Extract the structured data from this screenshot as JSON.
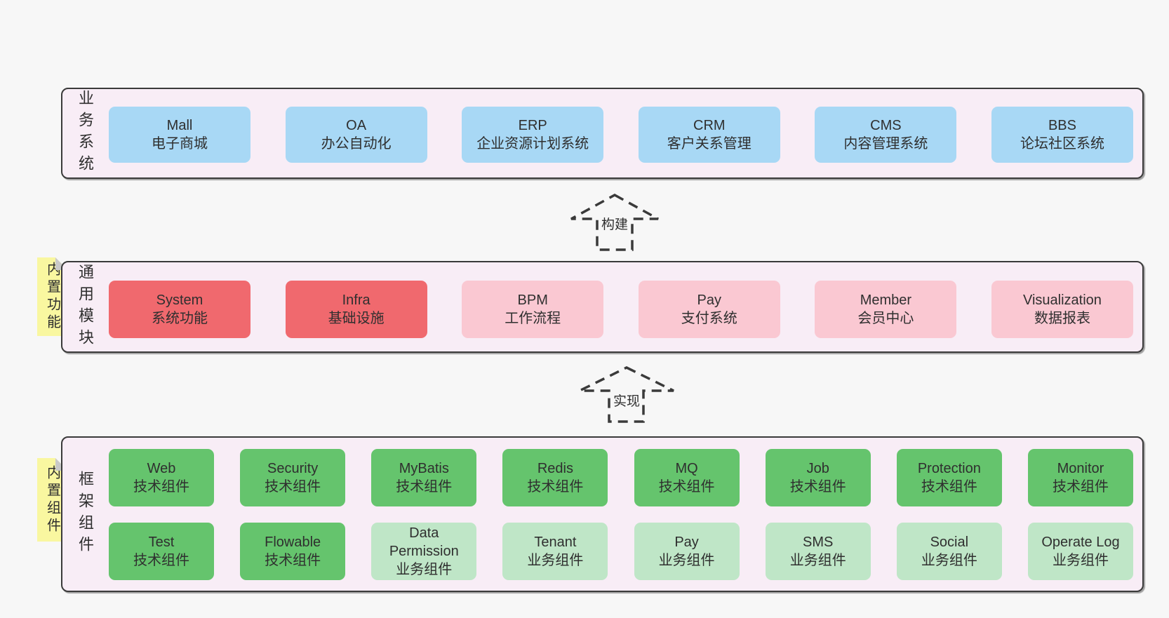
{
  "colors": {
    "page": "#f7f7f7",
    "band": "#f8edf6",
    "blue": "#a8d8f5",
    "red": "#f0696e",
    "pink": "#fac8d2",
    "green": "#65c46d",
    "lightgreen": "#bfe6c7",
    "sticky": "#f9f7a0",
    "fold": "#c9c9c9",
    "border": "#3a3a3a"
  },
  "arrows": {
    "build": "构建",
    "implement": "实现"
  },
  "stickies": {
    "modules": "内置功能",
    "framework": "内置组件"
  },
  "bands": {
    "business": {
      "label": "业务系统",
      "boxes": [
        {
          "title": "Mall",
          "subtitle": "电子商城",
          "color": "blue"
        },
        {
          "title": "OA",
          "subtitle": "办公自动化",
          "color": "blue"
        },
        {
          "title": "ERP",
          "subtitle": "企业资源计划系统",
          "color": "blue"
        },
        {
          "title": "CRM",
          "subtitle": "客户关系管理",
          "color": "blue"
        },
        {
          "title": "CMS",
          "subtitle": "内容管理系统",
          "color": "blue"
        },
        {
          "title": "BBS",
          "subtitle": "论坛社区系统",
          "color": "blue"
        }
      ]
    },
    "modules": {
      "label": "通用模块",
      "boxes": [
        {
          "title": "System",
          "subtitle": "系统功能",
          "color": "red"
        },
        {
          "title": "Infra",
          "subtitle": "基础设施",
          "color": "red"
        },
        {
          "title": "BPM",
          "subtitle": "工作流程",
          "color": "pink"
        },
        {
          "title": "Pay",
          "subtitle": "支付系统",
          "color": "pink"
        },
        {
          "title": "Member",
          "subtitle": "会员中心",
          "color": "pink"
        },
        {
          "title": "Visualization",
          "subtitle": "数据报表",
          "color": "pink"
        }
      ]
    },
    "framework": {
      "label": "框架组件",
      "rows": [
        [
          {
            "title": "Web",
            "subtitle": "技术组件",
            "color": "green"
          },
          {
            "title": "Security",
            "subtitle": "技术组件",
            "color": "green"
          },
          {
            "title": "MyBatis",
            "subtitle": "技术组件",
            "color": "green"
          },
          {
            "title": "Redis",
            "subtitle": "技术组件",
            "color": "green"
          },
          {
            "title": "MQ",
            "subtitle": "技术组件",
            "color": "green"
          },
          {
            "title": "Job",
            "subtitle": "技术组件",
            "color": "green"
          },
          {
            "title": "Protection",
            "subtitle": "技术组件",
            "color": "green"
          },
          {
            "title": "Monitor",
            "subtitle": "技术组件",
            "color": "green"
          }
        ],
        [
          {
            "title": "Test",
            "subtitle": "技术组件",
            "color": "green"
          },
          {
            "title": "Flowable",
            "subtitle": "技术组件",
            "color": "green"
          },
          {
            "title": "Data Permission",
            "subtitle": "业务组件",
            "color": "lightgreen"
          },
          {
            "title": "Tenant",
            "subtitle": "业务组件",
            "color": "lightgreen"
          },
          {
            "title": "Pay",
            "subtitle": "业务组件",
            "color": "lightgreen"
          },
          {
            "title": "SMS",
            "subtitle": "业务组件",
            "color": "lightgreen"
          },
          {
            "title": "Social",
            "subtitle": "业务组件",
            "color": "lightgreen"
          },
          {
            "title": "Operate Log",
            "subtitle": "业务组件",
            "color": "lightgreen"
          }
        ]
      ]
    }
  }
}
